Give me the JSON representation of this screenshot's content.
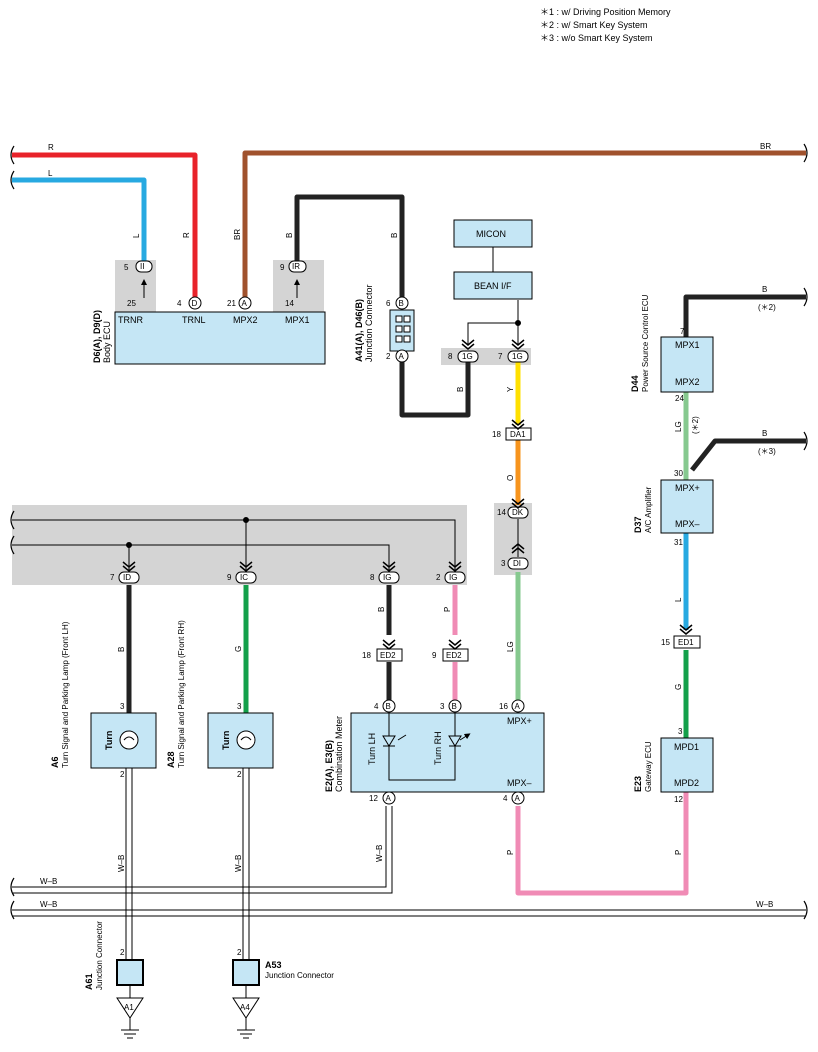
{
  "notes": [
    "＊1 : w/ Driving Position Memory",
    "＊2 : w/ Smart Key System",
    "＊3 : w/o Smart Key System"
  ],
  "colors": {
    "R": "#e8222a",
    "L": "#27a9e1",
    "BR": "#a0522d",
    "B": "#222222",
    "Y": "#ffe000",
    "O": "#f7941d",
    "LG": "#86c98f",
    "G": "#13a04a",
    "P": "#f08bb5",
    "WB": "#ffffff",
    "ecu_fill": "#c5e6f5",
    "shade": "#d4d4d4"
  },
  "wire_labels": {
    "r_top": "R",
    "l_top": "L",
    "br_top": "BR",
    "l_drop": "L",
    "r_drop": "R",
    "br_drop": "BR",
    "b_drop": "B",
    "b_right": "B",
    "b_under": "B",
    "y": "Y",
    "o": "O",
    "lg_mid": "LG",
    "b_id": "B",
    "g_ic": "G",
    "b_ig": "B",
    "p_ig": "P",
    "lg_meter": "LG",
    "wb_a6": "W–B",
    "wb_a28": "W–B",
    "wb_meter": "W–B",
    "wb_bus1": "W–B",
    "wb_bus2": "W–B",
    "wb_bus2_right": "W–B",
    "p_meter": "P",
    "p_gateway": "P",
    "b_ps": "B",
    "b_ps_note": "(＊2)",
    "lg_ps": "LG",
    "lg_ps_note": "(＊2)",
    "b_ac": "B",
    "b_ac_note": "(＊3)",
    "l_ac": "L",
    "g_ac": "G"
  },
  "body_ecu": {
    "code": "D6(A), D9(D)",
    "name": "Body ECU",
    "pins": [
      "TRNR",
      "TRNL",
      "MPX2",
      "MPX1"
    ],
    "pin_numbers": [
      "5",
      "25",
      "4",
      "21",
      "9",
      "14"
    ],
    "connector_letters": [
      "II",
      "D",
      "A",
      "IR"
    ]
  },
  "junction_top": {
    "code": "A41(A), D46(B)",
    "name": "Junction Connector",
    "pin_numbers": [
      "6",
      "2"
    ],
    "letters": [
      "B",
      "A"
    ]
  },
  "micon": "MICON",
  "bean_if": "BEAN I/F",
  "ic_1g": {
    "pins": [
      "8",
      "7"
    ],
    "letters": [
      "1G",
      "1G"
    ]
  },
  "da1": {
    "pin": "18",
    "name": "DA1"
  },
  "dk": {
    "pin": "14",
    "name": "DK"
  },
  "di": {
    "pin": "3",
    "name": "DI"
  },
  "power_source_ecu": {
    "code": "D44",
    "name": "Power Source Control ECU",
    "pins": [
      "MPX1",
      "MPX2"
    ],
    "pin_numbers": [
      "7",
      "24"
    ]
  },
  "ac_amplifier": {
    "code": "D37",
    "name": "A/C Amplifier",
    "pins": [
      "MPX+",
      "MPX–"
    ],
    "pin_numbers": [
      "30",
      "31"
    ]
  },
  "ed1": {
    "pin": "15",
    "name": "ED1"
  },
  "gateway_ecu": {
    "code": "E23",
    "name": "Gateway ECU",
    "pins": [
      "MPD1",
      "MPD2"
    ],
    "pin_numbers": [
      "3",
      "12"
    ]
  },
  "junction_block": {
    "pins": [
      "7",
      "9",
      "8",
      "2"
    ],
    "letters": [
      "ID",
      "IC",
      "IG",
      "IG"
    ]
  },
  "ed2": {
    "pins": [
      "18",
      "9"
    ],
    "name": "ED2"
  },
  "lamp_front_lh": {
    "code": "A6",
    "name": "Turn Signal and Parking Lamp (Front LH)",
    "inner": "Turn",
    "pin_top": "3",
    "pin_bottom": "2"
  },
  "lamp_front_rh": {
    "code": "A28",
    "name": "Turn Signal and Parking Lamp (Front RH)",
    "inner": "Turn",
    "pin_top": "3",
    "pin_bottom": "2"
  },
  "meter": {
    "code": "E2(A), E3(B)",
    "name": "Combination Meter",
    "turn_lh": "Turn LH",
    "turn_rh": "Turn RH",
    "mpx_plus": "MPX+",
    "mpx_minus": "MPX–",
    "pin_numbers": [
      "4",
      "3",
      "16",
      "12",
      "4"
    ],
    "letters": [
      "B",
      "B",
      "A",
      "A",
      "A"
    ]
  },
  "a61": {
    "code": "A61",
    "name": "Junction Connector",
    "pin": "2",
    "ground": "A1"
  },
  "a53": {
    "code": "A53",
    "name": "Junction Connector",
    "pin": "2",
    "ground": "A4"
  }
}
